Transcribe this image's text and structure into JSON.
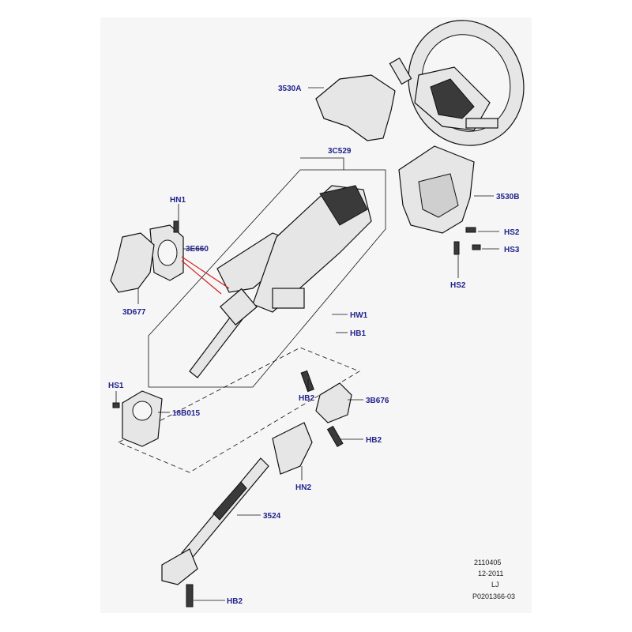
{
  "labels": {
    "l3530A": "3530A",
    "l3C529": "3C529",
    "lHN1": "HN1",
    "l3E660": "3E660",
    "l3D677": "3D677",
    "l3530B": "3530B",
    "lHS2a": "HS2",
    "lHS3": "HS3",
    "lHS2b": "HS2",
    "lHW1": "HW1",
    "lHB1": "HB1",
    "lHS1": "HS1",
    "l18B015": "18B015",
    "lHB2a": "HB2",
    "l3B676": "3B676",
    "lHB2b": "HB2",
    "lHN2": "HN2",
    "l3524": "3524",
    "lHB2c": "HB2"
  },
  "footer": {
    "code": "2110405",
    "date": "12-2011",
    "initials": "LJ",
    "ref": "P0201366-03"
  },
  "colors": {
    "label": "#23238e",
    "highlight_line": "#d42020"
  }
}
